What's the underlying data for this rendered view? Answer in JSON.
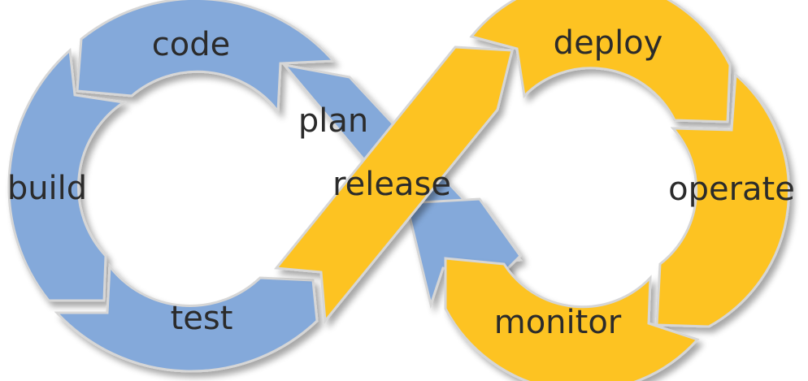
{
  "diagram": {
    "colors": {
      "dev": "#84a9da",
      "dev_shade": "#6f93c4",
      "ops": "#fdc322",
      "ops_shade": "#e8ab10",
      "gap": "#d6d6d6",
      "text": "#2b2b2b"
    },
    "stages": {
      "code": "code",
      "plan": "plan",
      "build": "build",
      "test": "test",
      "release": "release",
      "deploy": "deploy",
      "operate": "operate",
      "monitor": "monitor"
    }
  }
}
